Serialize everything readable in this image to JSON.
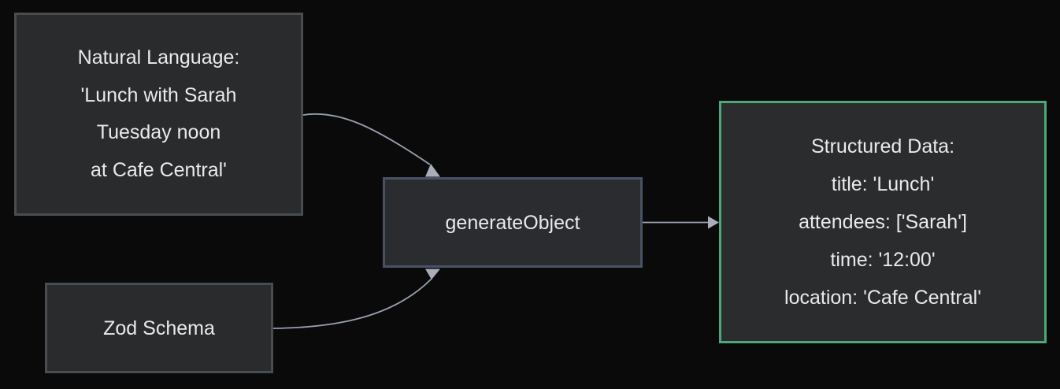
{
  "diagram": {
    "background_color": "#0a0a0b",
    "edge_color": "#99a0ac",
    "arrowhead_color": "#a9aeb9",
    "text_color": "#e8eaec",
    "nodes": [
      {
        "id": "natural-language",
        "lines": [
          "Natural Language:",
          "'Lunch with Sarah",
          "Tuesday noon",
          "at Cafe Central'"
        ],
        "fill": "#2a2b2d",
        "border_color": "#4a4d4f"
      },
      {
        "id": "zod-schema",
        "lines": [
          "Zod Schema"
        ],
        "fill": "#2a2b2d",
        "border_color": "#4a4d4f"
      },
      {
        "id": "generate-object",
        "lines": [
          "generateObject"
        ],
        "fill": "#2a2c30",
        "border_color": "#495264"
      },
      {
        "id": "structured-data",
        "lines": [
          "Structured Data:",
          "title: 'Lunch'",
          "attendees: ['Sarah']",
          "time: '12:00'",
          "location: 'Cafe Central'"
        ],
        "fill": "#2a2c2e",
        "border_color": "#4da778"
      }
    ],
    "edges": [
      {
        "from": "natural-language",
        "to": "generate-object"
      },
      {
        "from": "zod-schema",
        "to": "generate-object"
      },
      {
        "from": "generate-object",
        "to": "structured-data"
      }
    ]
  }
}
